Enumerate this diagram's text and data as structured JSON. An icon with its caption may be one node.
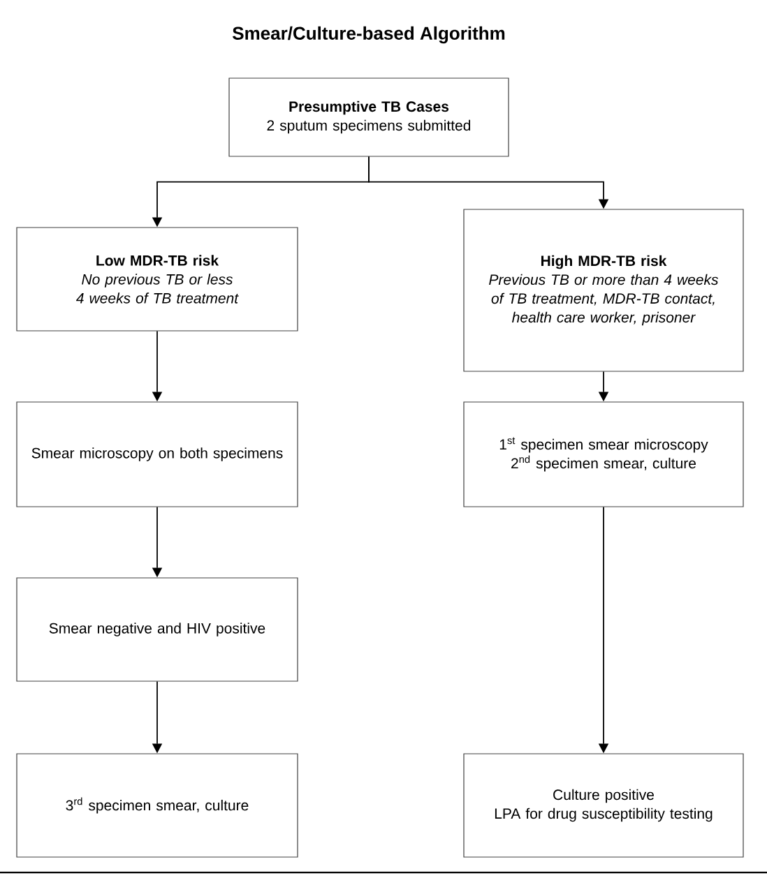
{
  "diagram": {
    "title": "Smear/Culture-based Algorithm",
    "nodes": [
      {
        "text": [
          "Presumptive TB Cases",
          "2 sputum specimens submitted"
        ]
      },
      {
        "text": [
          "Low MDR-TB risk",
          "No previous TB or less 4 weeks of TB treatment"
        ]
      },
      {
        "text": [
          "High MDR-TB risk",
          "Previous TB or more than 4 weeks of TB treatment, MDR-TB contact, health care worker, prisoner"
        ]
      },
      {
        "text": [
          "Smear microscopy on both specimens"
        ]
      },
      {
        "text": [
          "1$^{st}$ specimen smear microscopy",
          "2$^{nd}$ specimen smear, culture"
        ]
      },
      {
        "text": [
          "Smear negative and HIV positive"
        ]
      },
      {
        "text": [
          "3$^{rd}$ specimen smear,  culture"
        ]
      },
      {
        "text": [
          "Culture positive",
          "LPA for drug susceptibility testing"
        ]
      }
    ],
    "edges": [
      {
        "from": 0,
        "to": 1,
        "arrow": "to"
      },
      {
        "from": 0,
        "to": 2,
        "arrow": "to"
      },
      {
        "from": 1,
        "to": 3,
        "arrow": "to"
      },
      {
        "from": 2,
        "to": 4,
        "arrow": "to"
      },
      {
        "from": 3,
        "to": 5,
        "arrow": "to"
      },
      {
        "from": 5,
        "to": 6,
        "arrow": "to"
      },
      {
        "from": 4,
        "to": 7,
        "arrow": "to"
      }
    ]
  }
}
